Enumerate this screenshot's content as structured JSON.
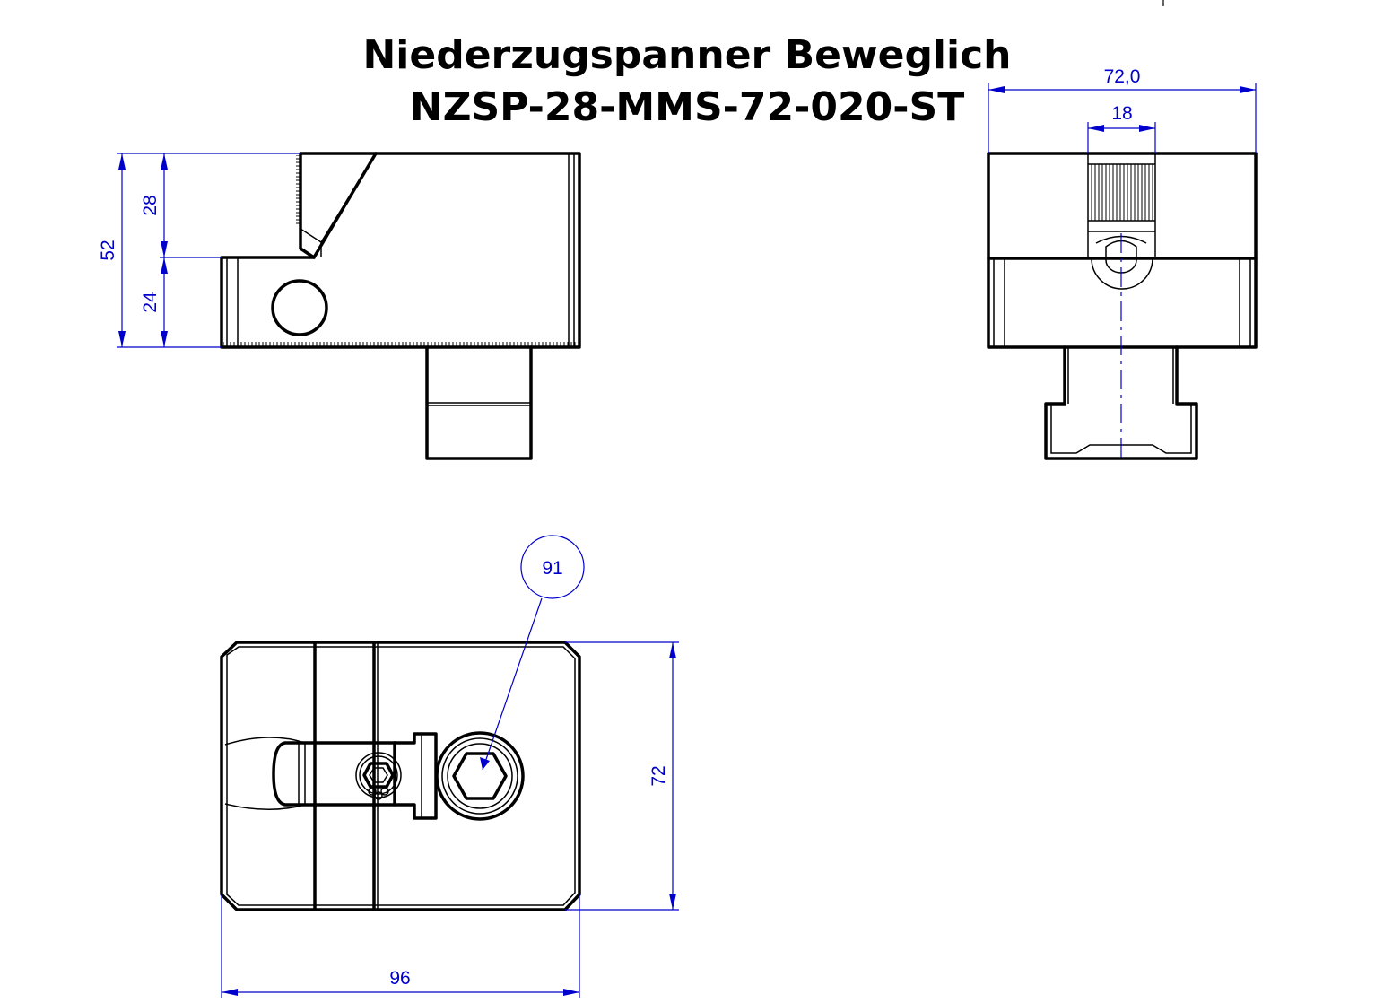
{
  "title": {
    "line1": "Niederzugspanner Beweglich",
    "line2": "NZSP-28-MMS-72-020-ST"
  },
  "dimensions": {
    "overall_height": "52",
    "upper_height": "28",
    "lower_height": "24",
    "width_72_0": "72,0",
    "slot_width": "18",
    "plan_depth": "72",
    "plan_length": "96"
  },
  "balloon": {
    "item_number": "91"
  },
  "colors": {
    "outline": "#000000",
    "dimension": "#0000cc"
  }
}
